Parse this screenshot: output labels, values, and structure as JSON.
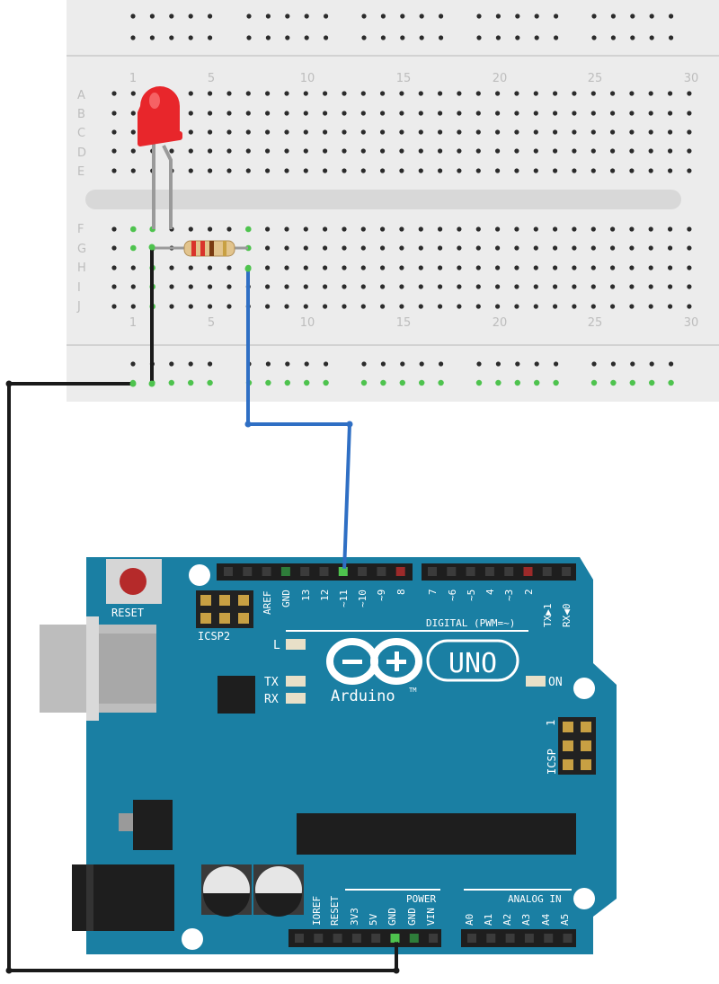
{
  "breadboard": {
    "row_letters": [
      "A",
      "B",
      "C",
      "D",
      "E",
      "F",
      "G",
      "H",
      "I",
      "J"
    ],
    "column_numbers": [
      "1",
      "5",
      "10",
      "15",
      "20",
      "25",
      "30"
    ]
  },
  "arduino": {
    "reset_label": "RESET",
    "icsp2_label": "ICSP2",
    "icsp_label": "ICSP",
    "icsp_pin1_label": "1",
    "digital_label": "DIGITAL (PWM=~)",
    "top_pin_labels_left": [
      "AREF",
      "GND",
      "13",
      "12",
      "~11",
      "~10",
      "~9",
      "8"
    ],
    "top_pin_labels_right": [
      "7",
      "~6",
      "~5",
      "4",
      "~3",
      "2",
      "TX▶1",
      "RX◀0"
    ],
    "led_labels": {
      "l": "L",
      "tx": "TX",
      "rx": "RX",
      "on": "ON"
    },
    "logo_text": "Arduino",
    "tm": "TM",
    "uno_text": "UNO",
    "power_label": "POWER",
    "analog_label": "ANALOG IN",
    "power_pin_labels": [
      "IOREF",
      "RESET",
      "3V3",
      "5V",
      "GND",
      "GND",
      "VIN"
    ],
    "analog_pin_labels": [
      "A0",
      "A1",
      "A2",
      "A3",
      "A4",
      "A5"
    ]
  },
  "colors": {
    "board": "#1a7fa3",
    "breadboard": "#ededed",
    "led": "#e8262b",
    "wire_signal": "#2f6fc4",
    "wire_ground": "#1a1a1a",
    "connected_hole": "#4ec34e"
  }
}
